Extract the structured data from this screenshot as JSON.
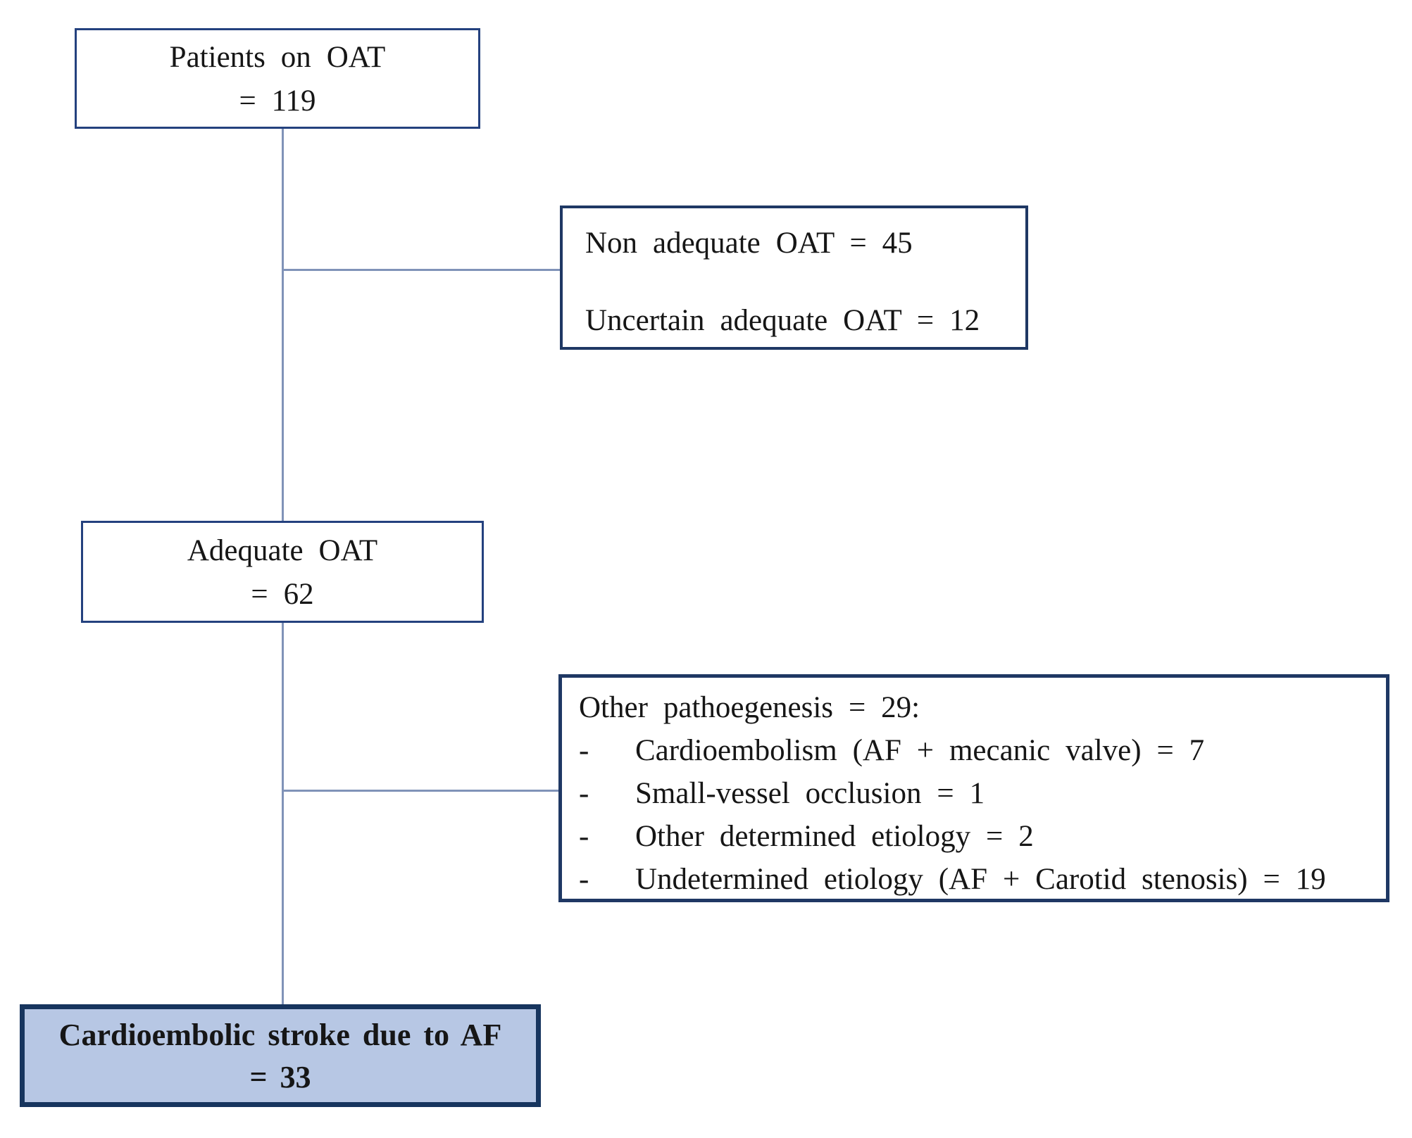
{
  "colors": {
    "background": "#FFFFFF",
    "text": "#161616",
    "box_border": "#24417E",
    "strong_border": "#1F3864",
    "final_border": "#17355E",
    "final_fill": "#B7C7E4",
    "connector": "#8093B8"
  },
  "boxes": {
    "patients": {
      "line1": "Patients on OAT",
      "line2": "= 119"
    },
    "exclusions": {
      "line1": "Non adequate OAT = 45",
      "line2": "Uncertain adequate OAT = 12"
    },
    "adequate": {
      "line1": "Adequate OAT",
      "line2": "= 62"
    },
    "other": {
      "header": "Other pathoegenesis = 29:",
      "items": [
        {
          "bullet": "-",
          "text": "Cardioembolism (AF + mecanic valve) = 7"
        },
        {
          "bullet": "-",
          "text": "Small-vessel occlusion = 1"
        },
        {
          "bullet": "-",
          "text": "Other determined etiology = 2"
        },
        {
          "bullet": "-",
          "text": "Undetermined etiology (AF + Carotid stenosis) = 19"
        }
      ]
    },
    "final": {
      "line1": "Cardioembolic stroke due to AF",
      "line2": "= 33"
    }
  }
}
